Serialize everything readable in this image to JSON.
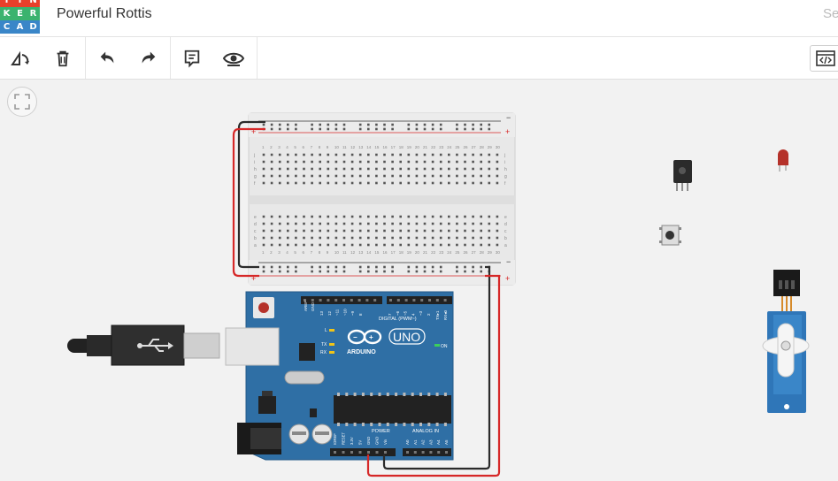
{
  "app": {
    "logo_letters": [
      "T",
      "I",
      "N",
      "K",
      "E",
      "R",
      "C",
      "A",
      "D"
    ],
    "logo_colors": [
      "#e8402a",
      "#e8402a",
      "#e8402a",
      "#3bb36e",
      "#3bb36e",
      "#3bb36e",
      "#3a86c8",
      "#3a86c8",
      "#3a86c8"
    ],
    "project_title": "Powerful Rottis",
    "search_hint": "Se"
  },
  "toolbar": {
    "buttons": [
      {
        "name": "rotate-button",
        "icon": "rotate-icon"
      },
      {
        "name": "delete-button",
        "icon": "trash-icon"
      },
      {
        "name": "undo-button",
        "icon": "undo-icon"
      },
      {
        "name": "redo-button",
        "icon": "redo-icon"
      },
      {
        "name": "notes-button",
        "icon": "notes-icon"
      },
      {
        "name": "visibility-button",
        "icon": "eye-icon"
      }
    ],
    "code_button_icon": "code-icon"
  },
  "canvas": {
    "fit_button_icon": "fit-view-icon",
    "board": {
      "brand_label": "ARDUINO",
      "model_label": "UNO",
      "digital_label": "DIGITAL (PWM~)",
      "power_label": "POWER",
      "analog_label": "ANALOG IN",
      "on_label": "ON",
      "l_label": "L",
      "tx_label": "TX",
      "rx_label": "RX",
      "aref_label": "AREF",
      "gnd_label": "GND",
      "tx_pin_label": "TX▸1",
      "rx_pin_label": "RX◂0",
      "digital_pins": [
        "13",
        "12",
        "~11",
        "~10",
        "~9",
        "8",
        "7",
        "~6",
        "~5",
        "4",
        "~3",
        "2"
      ],
      "power_pins": [
        "IOREF",
        "RESET",
        "3.3V",
        "5V",
        "GND",
        "GND",
        "Vin"
      ],
      "analog_pins": [
        "A0",
        "A1",
        "A2",
        "A3",
        "A4",
        "A5"
      ]
    },
    "breadboard": {
      "rows_top": [
        "j",
        "i",
        "h",
        "g",
        "f"
      ],
      "rows_bottom": [
        "e",
        "d",
        "c",
        "b",
        "a"
      ],
      "columns": [
        "1",
        "2",
        "3",
        "4",
        "5",
        "6",
        "7",
        "8",
        "9",
        "10",
        "11",
        "12",
        "13",
        "14",
        "15",
        "16",
        "17",
        "18",
        "19",
        "20",
        "21",
        "22",
        "23",
        "24",
        "25",
        "26",
        "27",
        "28",
        "29",
        "30"
      ],
      "rail_minus": "−",
      "rail_plus": "+"
    },
    "wire_colors": {
      "power": "#d62828",
      "ground": "#2b2b2b"
    }
  }
}
